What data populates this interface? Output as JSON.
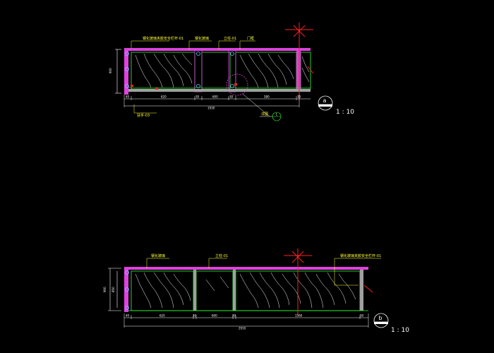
{
  "colors": {
    "background": "#000000",
    "frame": "#e040e0",
    "glass": "#33ff33",
    "post": "#a0a0a0",
    "dimension": "#ffffff",
    "leader": "#ffff33",
    "break": "#ff2020",
    "fixing": "#66ccff"
  },
  "section_a": {
    "marker": "a",
    "scale": "1 : 10",
    "labels": [
      "钢化玻璃夹胶安全栏杆-01",
      "钢化玻璃",
      "立柱-01",
      "门框"
    ],
    "bottom_label": "扶手-03",
    "detail_callout": "详图",
    "detail_number": "1",
    "height_dim": "900",
    "dims": [
      "40",
      "620",
      "30",
      "600",
      "30",
      "580",
      "30"
    ],
    "overall_dim": "1930"
  },
  "section_b": {
    "marker": "b",
    "scale": "1 : 10",
    "labels": [
      "钢化玻璃",
      "立柱-01",
      "钢化玻璃夹胶安全栏杆-01"
    ],
    "height_dims": [
      "900",
      "850"
    ],
    "dims": [
      "40",
      "620",
      "30",
      "600",
      "30",
      "1560",
      "30"
    ],
    "overall_dim": "2910"
  }
}
